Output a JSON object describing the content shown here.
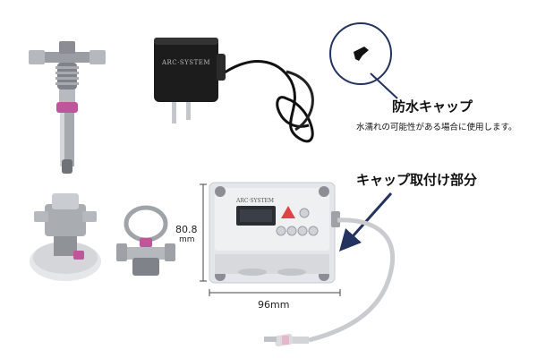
{
  "callouts": {
    "cap": {
      "title": "防水キャップ",
      "note": "水濡れの可能性がある場合に使用します。"
    },
    "cap_mount": {
      "title": "キャップ取付け部分"
    }
  },
  "dimensions": {
    "height_value": "80.8",
    "height_unit": "mm",
    "width": "96mm"
  },
  "brand_marks": {
    "adapter": "ARC·SYSTEM",
    "controller": "ARC·SYSTEM"
  },
  "colors": {
    "accent_pink": "#c0569a",
    "arrow_navy": "#23325e",
    "device_body": "#e4e6ea",
    "adapter_black": "#1c1c1c"
  },
  "icons": [
    "pole-clamp",
    "ac-adapter",
    "waterproof-cap",
    "suction-mount",
    "ring-mount",
    "controller-unit",
    "dc-cable"
  ]
}
